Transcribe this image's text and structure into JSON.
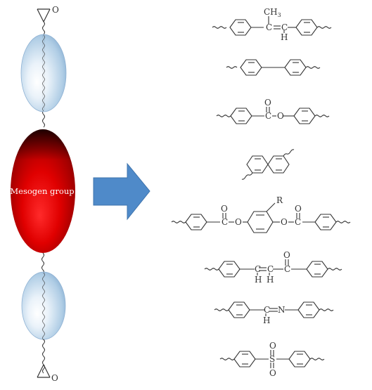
{
  "diagram": {
    "mesogen_label": "Mesogen group",
    "epoxide_oxygen_label": "O",
    "colors": {
      "mesogen": "#c00000",
      "flexible_spacer": "#a9c9e3",
      "arrow": "#4f8ac9",
      "structure_lines": "#333333"
    }
  },
  "structures": {
    "s1_methyl": "CH",
    "s1_methyl_subscript": "3",
    "s1_c_left": "C",
    "s1_c_right": "C",
    "s1_h": "H",
    "s3_o_carbonyl": "O",
    "s3_c": "C",
    "s3_o_ester": "O",
    "s5_r": "R",
    "s5_o_carbonyl_left": "O",
    "s5_c_left": "C",
    "s5_o_left": "O",
    "s5_o_right": "O",
    "s5_o_carbonyl_right": "O",
    "s5_c_right": "C",
    "s6_c1": "C",
    "s6_c2": "C",
    "s6_h1": "H",
    "s6_h2": "H",
    "s6_o": "O",
    "s6_c3": "C",
    "s7_c": "C",
    "s7_n": "N",
    "s7_h": "H",
    "s8_o_top": "O",
    "s8_s": "S",
    "s8_o_bottom": "O"
  }
}
